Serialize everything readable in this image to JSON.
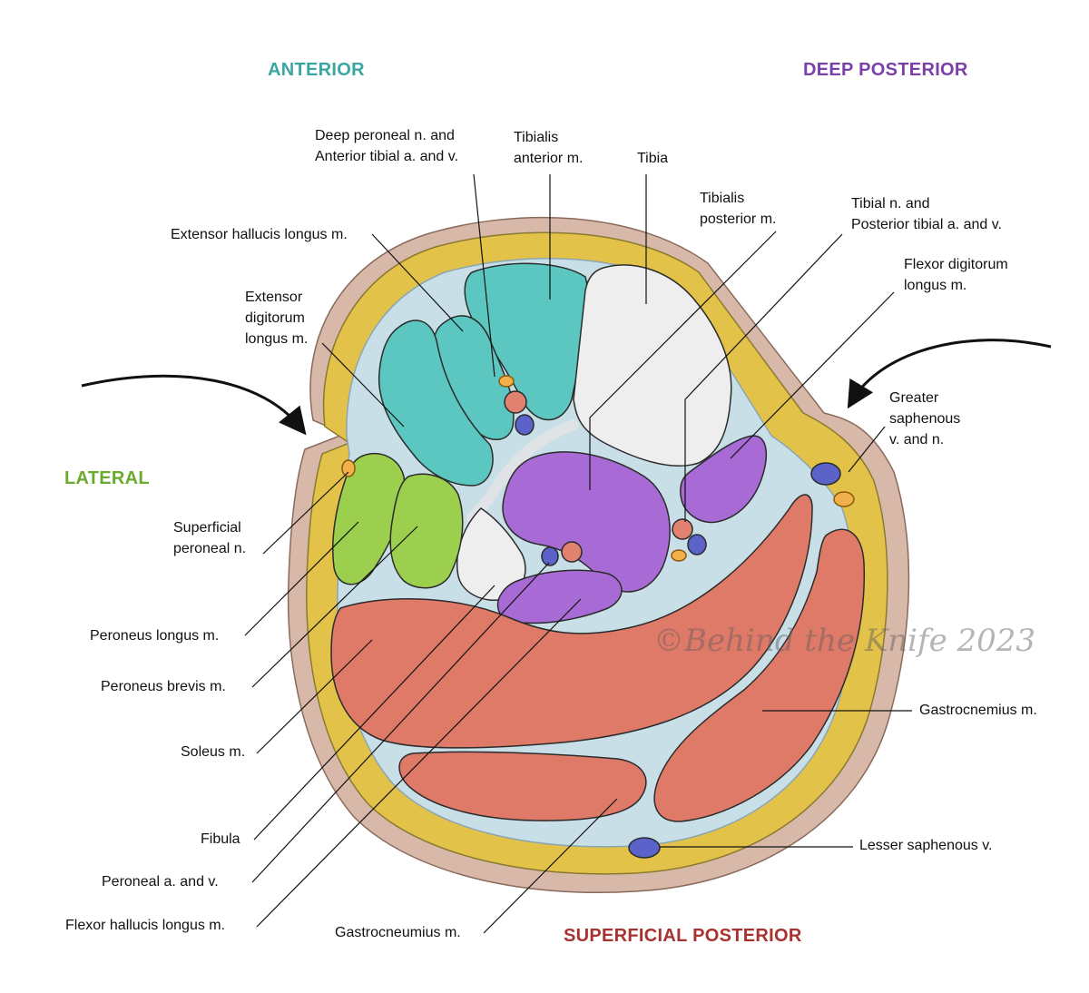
{
  "compartments": {
    "anterior": {
      "label": "ANTERIOR",
      "color": "#3aa6a2"
    },
    "deep_posterior": {
      "label": "DEEP POSTERIOR",
      "color": "#7b3fa8"
    },
    "lateral": {
      "label": "LATERAL",
      "color": "#6aab2e"
    },
    "superficial_posterior": {
      "label": "SUPERFICIAL POSTERIOR",
      "color": "#a8322f"
    }
  },
  "labels": {
    "deep_peroneal": "Deep peroneal n. and\nAnterior tibial a. and v.",
    "tibialis_anterior": "Tibialis\nanterior m.",
    "tibia": "Tibia",
    "tibialis_posterior": "Tibialis\nposterior m.",
    "tibial_nerve": "Tibial n. and\nPosterior tibial a. and v.",
    "flexor_digitorum": "Flexor digitorum\nlongus m.",
    "extensor_hallucis": "Extensor hallucis longus m.",
    "extensor_digitorum": "Extensor\ndigitorum\nlongus m.",
    "greater_saphenous": "Greater\nsaphenous\nv. and n.",
    "superficial_peroneal": "Superficial\nperoneal n.",
    "peroneus_longus": "Peroneus longus m.",
    "peroneus_brevis": "Peroneus brevis m.",
    "soleus": "Soleus m.",
    "gastrocnemius": "Gastrocnemius m.",
    "fibula": "Fibula",
    "lesser_saphenous": "Lesser saphenous v.",
    "peroneal_artery": "Peroneal a. and v.",
    "flexor_hallucis": "Flexor hallucis longus m.",
    "gastrocneumius": "Gastrocneumius m."
  },
  "watermark": "©Behind the Knife 2023",
  "colors": {
    "skin": "#d8b8a8",
    "fat": "#e3c24a",
    "fascia": "#c9dfe8",
    "anterior_muscle": "#5cc7c0",
    "lateral_muscle": "#9ccf4e",
    "deep_posterior_muscle": "#a86bd6",
    "superficial_posterior_muscle": "#e07a68",
    "bone": "#eeeeee",
    "artery": "#e0826f",
    "vein": "#5b62c9",
    "nerve": "#f2b04a"
  }
}
